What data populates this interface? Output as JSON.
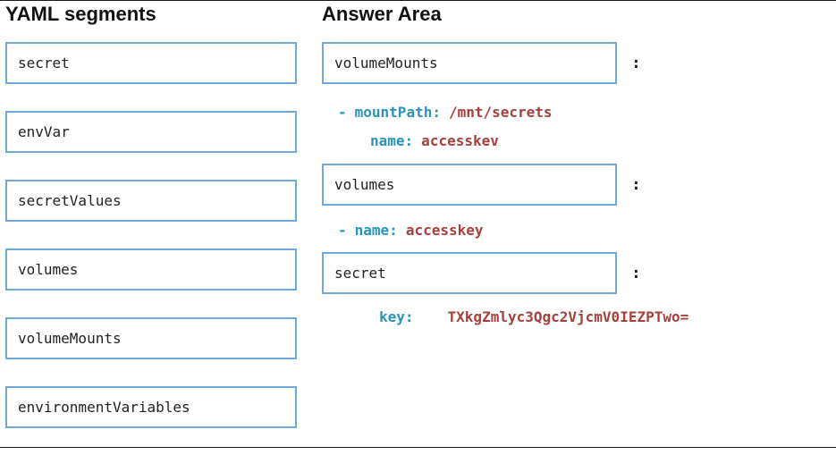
{
  "left": {
    "title": "YAML segments",
    "items": [
      "secret",
      "envVar",
      "secretValues",
      "volumes",
      "volumeMounts",
      "environmentVariables"
    ]
  },
  "answer": {
    "title": "Answer Area",
    "slots": [
      {
        "label": "volumeMounts",
        "colon": ":"
      },
      {
        "label": "volumes",
        "colon": ":"
      },
      {
        "label": "secret",
        "colon": ":"
      }
    ],
    "lines": [
      {
        "dash": "-",
        "key": "mountPath:",
        "value": "/mnt/secrets"
      },
      {
        "dash": "",
        "key": "name:",
        "value": "accesskev"
      },
      {
        "dash": "-",
        "key": "name:",
        "value": "accesskey"
      },
      {
        "dash": "",
        "key": "key:",
        "value": "TXkgZmlyc3Qgc2VjcmV0IEZPTwo="
      }
    ]
  },
  "colors": {
    "box_border": "#6fa8dc",
    "yaml_key": "#2a93b8",
    "yaml_value": "#a6403a",
    "heading": "#111111"
  }
}
